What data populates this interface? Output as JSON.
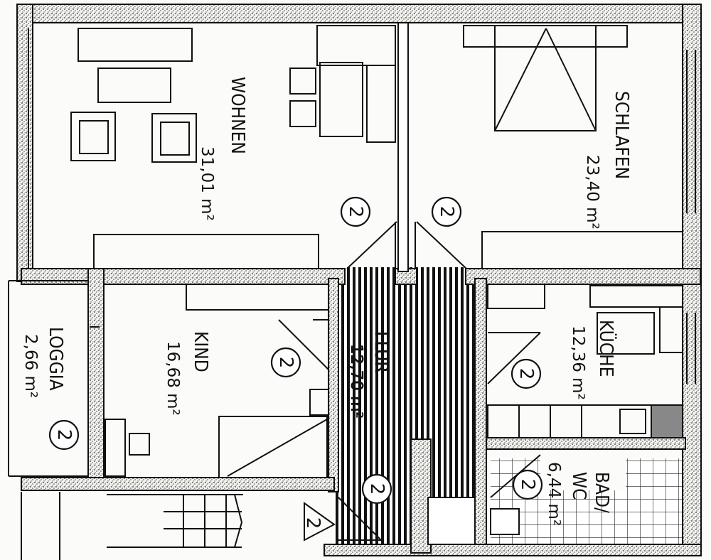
{
  "rooms": {
    "wohnen": {
      "name": "WOHNEN",
      "area": "31,01 m²",
      "marker": "2"
    },
    "schlafen": {
      "name": "SCHLAFEN",
      "area": "23,40 m²",
      "marker": "2"
    },
    "kind": {
      "name": "KIND",
      "area": "16,68 m²",
      "marker": "2"
    },
    "flur": {
      "name": "FLUR",
      "area": "12,70 m²",
      "marker": "2"
    },
    "kueche": {
      "name": "KÜCHE",
      "area": "12,36 m²",
      "marker": "2"
    },
    "loggia": {
      "name": "LOGGIA",
      "area": "2,66 m²",
      "marker": "2"
    },
    "bad": {
      "name": "BAD/",
      "name2": "WC",
      "area": "6,44 m²",
      "marker": "2"
    }
  },
  "stair_marker": "2",
  "colors": {
    "ink": "#111111",
    "paper": "#fbfbf9",
    "wall_hatch": "#555555"
  }
}
